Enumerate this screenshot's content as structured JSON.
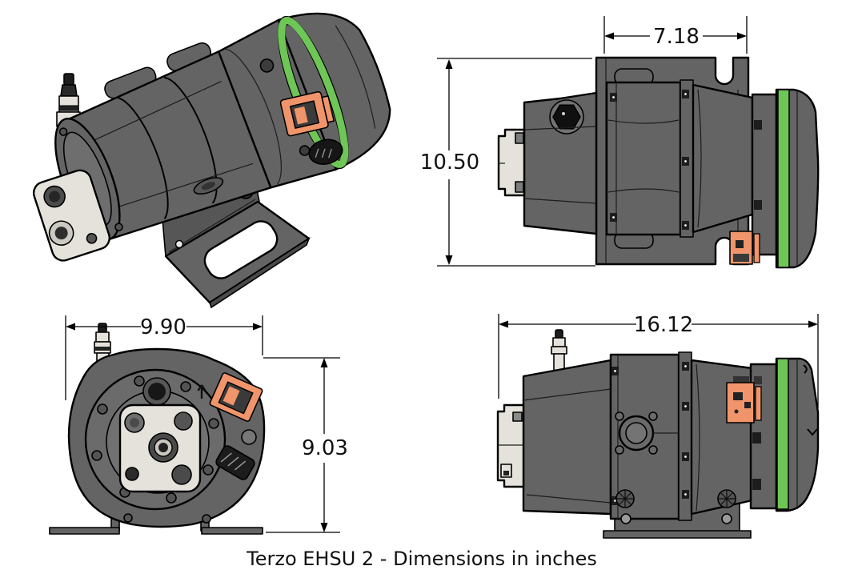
{
  "product": "Terzo EHSU 2",
  "units": "inches",
  "caption": "Terzo EHSU 2 - Dimensions in inches",
  "dimensions": {
    "top_view": {
      "width": "7.18",
      "height": "10.50"
    },
    "front_view": {
      "width": "9.90",
      "height": "9.03"
    },
    "side_view": {
      "length": "16.12"
    }
  },
  "colors": {
    "accent_green": "#6ec656",
    "accent_orange": "#f0956b",
    "body_gray": "#646464",
    "light_gray": "#e4e2da",
    "outline": "#000000",
    "background": "#ffffff"
  }
}
